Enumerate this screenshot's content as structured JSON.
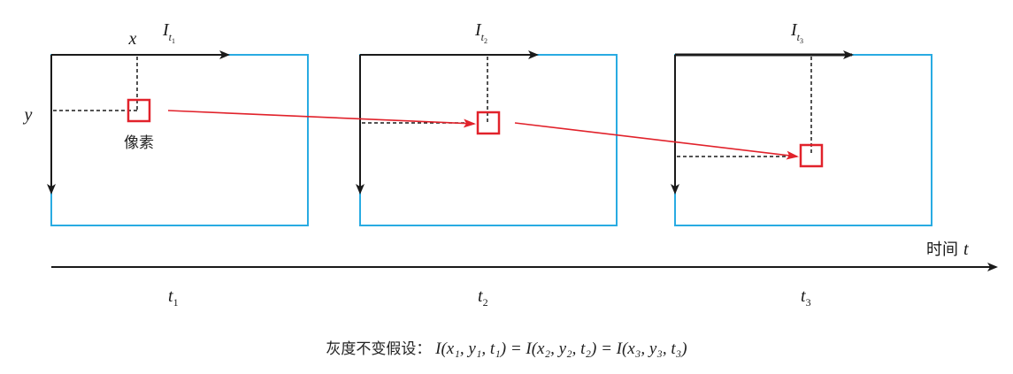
{
  "colors": {
    "frame_border": "#29abe2",
    "axis": "#1a1a1a",
    "pixel_box": "#e1222b",
    "motion_arrow": "#e1222b",
    "guide_dashed": "#1a1a1a"
  },
  "frames": [
    {
      "image_label": "I",
      "image_sub": "t",
      "image_subsub": "1",
      "time_label": "t",
      "time_sub": "1"
    },
    {
      "image_label": "I",
      "image_sub": "t",
      "image_subsub": "2",
      "time_label": "t",
      "time_sub": "2"
    },
    {
      "image_label": "I",
      "image_sub": "t",
      "image_subsub": "3",
      "time_label": "t",
      "time_sub": "3"
    }
  ],
  "axis_labels": {
    "x": "x",
    "y": "y"
  },
  "pixel_label": "像素",
  "time_axis": {
    "label": "时间",
    "var": "t"
  },
  "formula": {
    "label": "灰度不变假设：",
    "expression": "I(x₁, y₁, t₁) = I(x₂, y₂, t₂) = I(x₃, y₃, t₃)"
  },
  "icons": [
    "right-arrow-icon",
    "down-arrow-icon",
    "motion-arrow-icon"
  ]
}
